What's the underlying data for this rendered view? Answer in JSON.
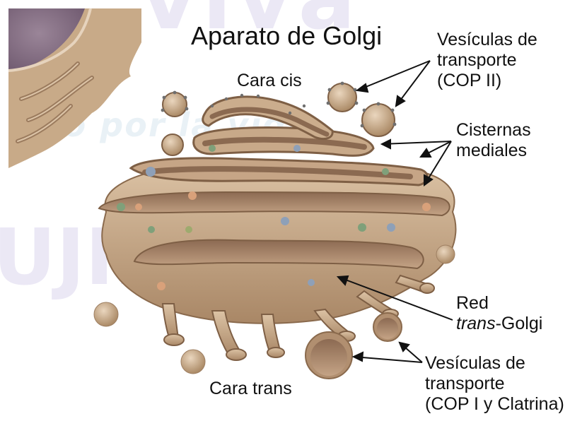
{
  "title": "Aparato de Golgi",
  "watermarks": {
    "top": "viva",
    "middle": "ndo por la vida",
    "left": "UJILL"
  },
  "labels": {
    "cara_cis": "Cara cis",
    "cara_trans": "Cara trans",
    "vesiculas_copii": {
      "line1": "Vesículas de",
      "line2": "transporte",
      "line3": "(COP II)"
    },
    "cisternas": {
      "line1": "Cisternas",
      "line2": "mediales"
    },
    "red_trans": {
      "line1": "Red",
      "line2_italic": "trans",
      "line2_rest": "-Golgi"
    },
    "vesiculas_copi": {
      "line1": "Vesículas de",
      "line2": "transporte",
      "line3": "(COP I y Clatrina)"
    }
  },
  "colors": {
    "organelle": "#c9ab8a",
    "organelle_dark": "#8f6e50",
    "lumen": "#a3826a",
    "nucleus": "#8a7488",
    "text": "#111111"
  }
}
